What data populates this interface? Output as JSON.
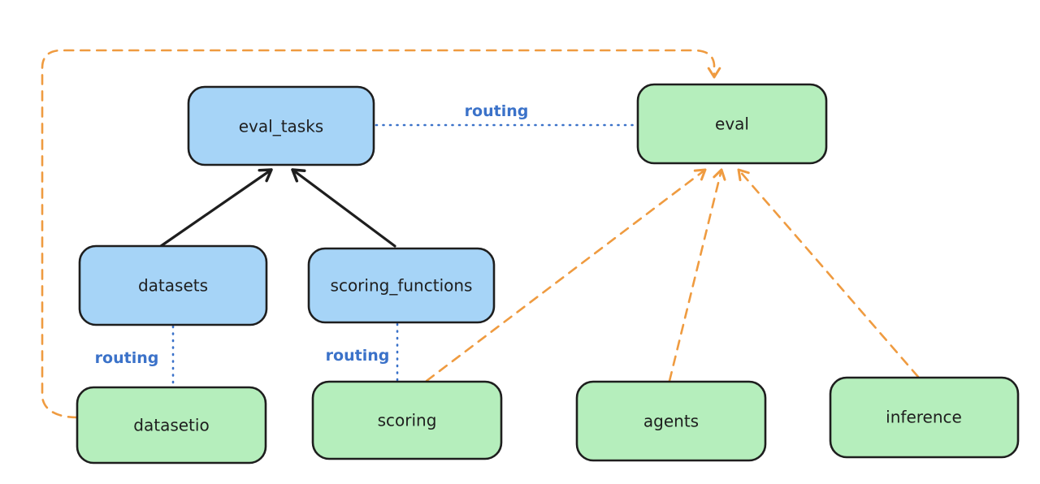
{
  "diagram": {
    "type": "architecture-flow",
    "nodes": {
      "eval_tasks": {
        "label": "eval_tasks",
        "color": "blue"
      },
      "eval": {
        "label": "eval",
        "color": "green"
      },
      "datasets": {
        "label": "datasets",
        "color": "blue"
      },
      "scoring_functions": {
        "label": "scoring_functions",
        "color": "blue"
      },
      "datasetio": {
        "label": "datasetio",
        "color": "green"
      },
      "scoring": {
        "label": "scoring",
        "color": "green"
      },
      "agents": {
        "label": "agents",
        "color": "green"
      },
      "inference": {
        "label": "inference",
        "color": "green"
      }
    },
    "edge_labels": {
      "eval_tasks_to_eval": "routing",
      "datasets_to_datasetio": "routing",
      "scoring_functions_to_scoring": "routing"
    },
    "edges": [
      {
        "from": "datasets",
        "to": "eval_tasks",
        "style": "solid-black-arrow"
      },
      {
        "from": "scoring_functions",
        "to": "eval_tasks",
        "style": "solid-black-arrow"
      },
      {
        "from": "eval_tasks",
        "to": "eval",
        "style": "dotted-blue",
        "label": "routing"
      },
      {
        "from": "datasets",
        "to": "datasetio",
        "style": "dotted-blue",
        "label": "routing"
      },
      {
        "from": "scoring_functions",
        "to": "scoring",
        "style": "dotted-blue",
        "label": "routing"
      },
      {
        "from": "datasetio",
        "to": "eval",
        "style": "dashed-orange-arrow"
      },
      {
        "from": "scoring",
        "to": "eval",
        "style": "dashed-orange-arrow"
      },
      {
        "from": "agents",
        "to": "eval",
        "style": "dashed-orange-arrow"
      },
      {
        "from": "inference",
        "to": "eval",
        "style": "dashed-orange-arrow"
      }
    ],
    "colors": {
      "canvas_bg": "#ffffff",
      "node_blue": "#a6d4f7",
      "node_green": "#b5eebc",
      "border_black": "#1e1e1e",
      "routing_blue": "#3b72c9",
      "provider_orange": "#ef9b40"
    }
  }
}
